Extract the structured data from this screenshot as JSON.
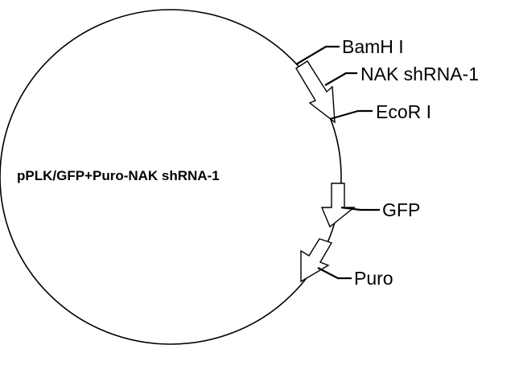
{
  "plasmid": {
    "name": "pPLK/GFP+Puro-NAK shRNA-1"
  },
  "sites": {
    "bamhi": "BamH I",
    "shrna": "NAK shRNA-1",
    "ecori": "EcoR I"
  },
  "features": {
    "gfp": "GFP",
    "puro": "Puro"
  },
  "colors": {
    "line": "#000000",
    "background": "#ffffff",
    "arrow_fill": "#ffffff"
  }
}
